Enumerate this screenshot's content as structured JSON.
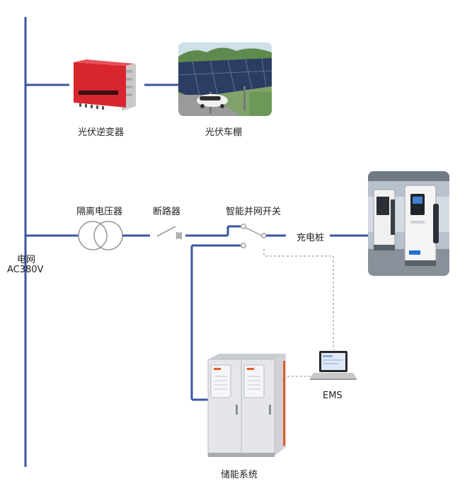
{
  "labels": {
    "pv_inverter": "光伏逆变器",
    "pv_carport": "光伏车棚",
    "grid": "电网",
    "grid_voltage": "AC380V",
    "isolation_transformer": "隔离电压器",
    "breaker": "断路器",
    "smart_switch": "智能并网开关",
    "charger": "充电桩",
    "ems": "EMS",
    "storage": "储能系统"
  },
  "colors": {
    "bus_line": "#3a56a0",
    "dashed_line": "#888888",
    "symbol_stroke": "#9a9a9a",
    "inverter_red": "#d8262f",
    "storage_cabinet": "#e4e6ea",
    "storage_stripe": "#e65a28"
  },
  "icons": {
    "inverter": "pv-inverter-icon",
    "carport": "solar-carport-photo",
    "transformer": "transformer-symbol-icon",
    "breaker": "breaker-symbol-icon",
    "switch": "transfer-switch-icon",
    "charger": "ev-charger-photo",
    "laptop": "laptop-icon",
    "storage": "storage-cabinet-icon"
  }
}
